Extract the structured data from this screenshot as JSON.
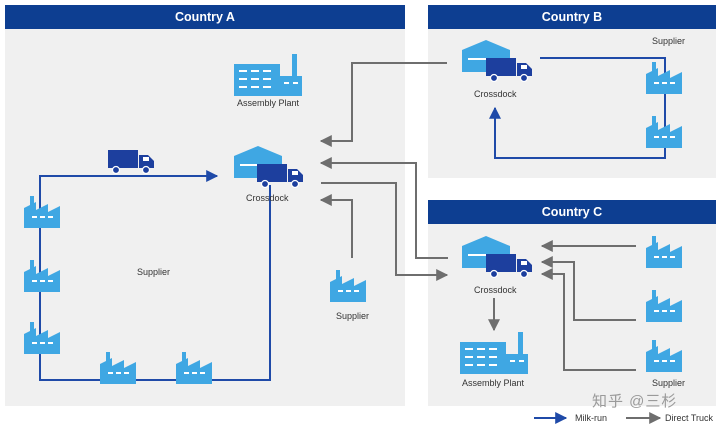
{
  "colors": {
    "header": "#0d3e91",
    "region_bg": "#f0f0f0",
    "milk_run": "#1f4aa8",
    "direct_truck": "#6e6e6e",
    "facility": "#3fa7e3",
    "truck": "#1d3f9e"
  },
  "regions": {
    "country_a": "Country A",
    "country_b": "Country B",
    "country_c": "Country C"
  },
  "labels": {
    "a_assembly_plant": "Assembly Plant",
    "a_crossdock": "Crossdock",
    "a_supplier_center": "Supplier",
    "a_supplier_right": "Supplier",
    "b_crossdock": "Crossdock",
    "b_supplier": "Supplier",
    "c_crossdock": "Crossdock",
    "c_assembly_plant": "Assembly Plant",
    "c_supplier": "Supplier"
  },
  "legend": {
    "milk_run": "Milk-run",
    "direct_truck": "Direct Truck"
  },
  "watermark": "知乎 @三杉"
}
